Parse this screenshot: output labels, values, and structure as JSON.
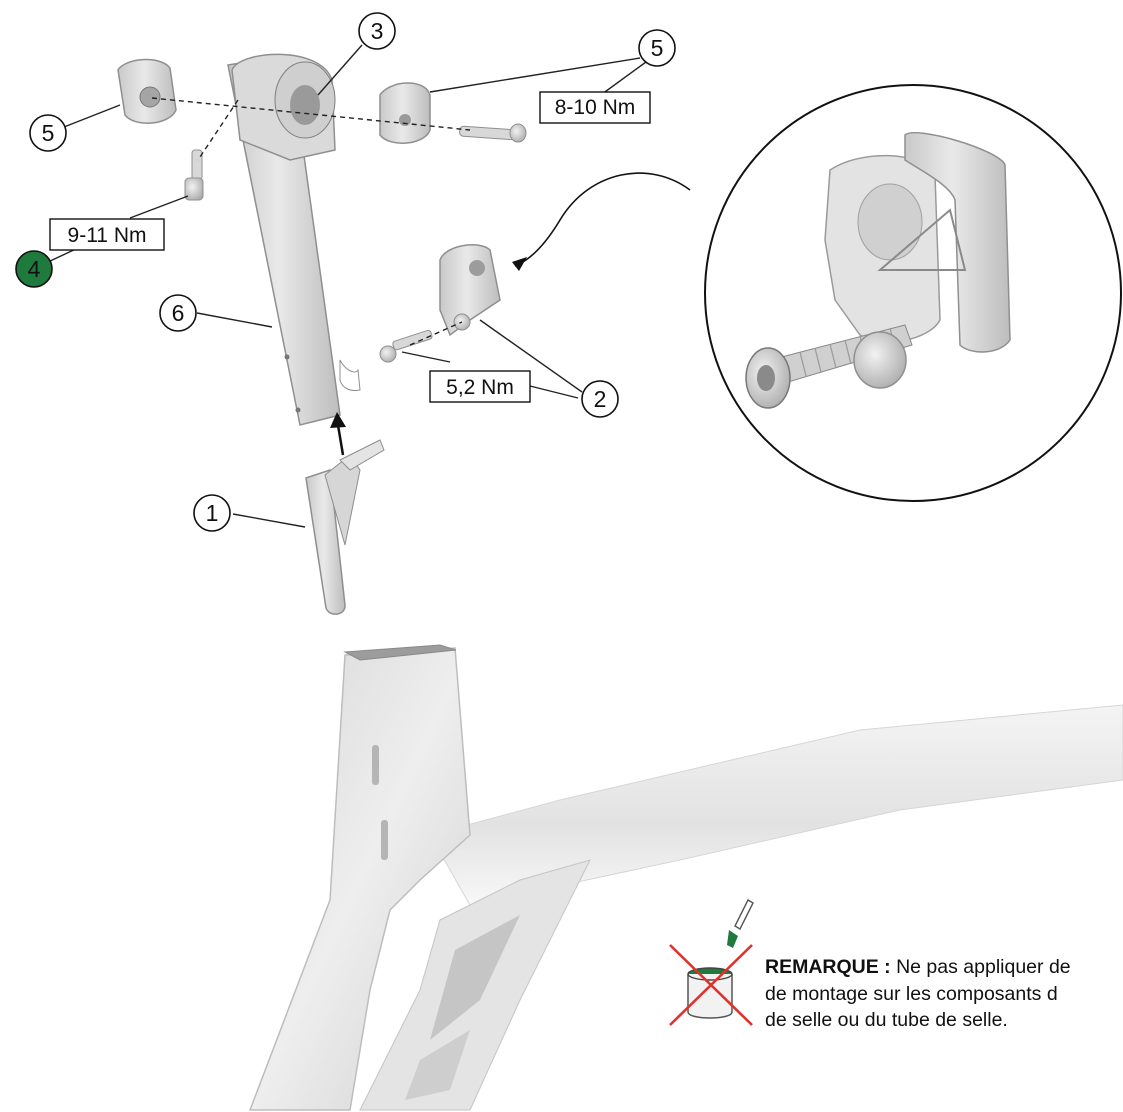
{
  "callouts": {
    "c1": "1",
    "c2": "2",
    "c3": "3",
    "c4": "4",
    "c5a": "5",
    "c5b": "5",
    "c6": "6"
  },
  "torques": {
    "t1": "8-10 Nm",
    "t2": "9-11 Nm",
    "t3": "5,2 Nm"
  },
  "note": {
    "label": "REMARQUE :",
    "line1": " Ne pas appliquer de",
    "line2": "de montage sur les composants d",
    "line3": "de selle ou du tube de selle."
  },
  "colors": {
    "accent_green": "#1f7a3e",
    "cross_red": "#e0322c",
    "part_gray": "#d4d4d4"
  },
  "icons": [
    "no-grease-icon",
    "grease-brush-icon"
  ]
}
